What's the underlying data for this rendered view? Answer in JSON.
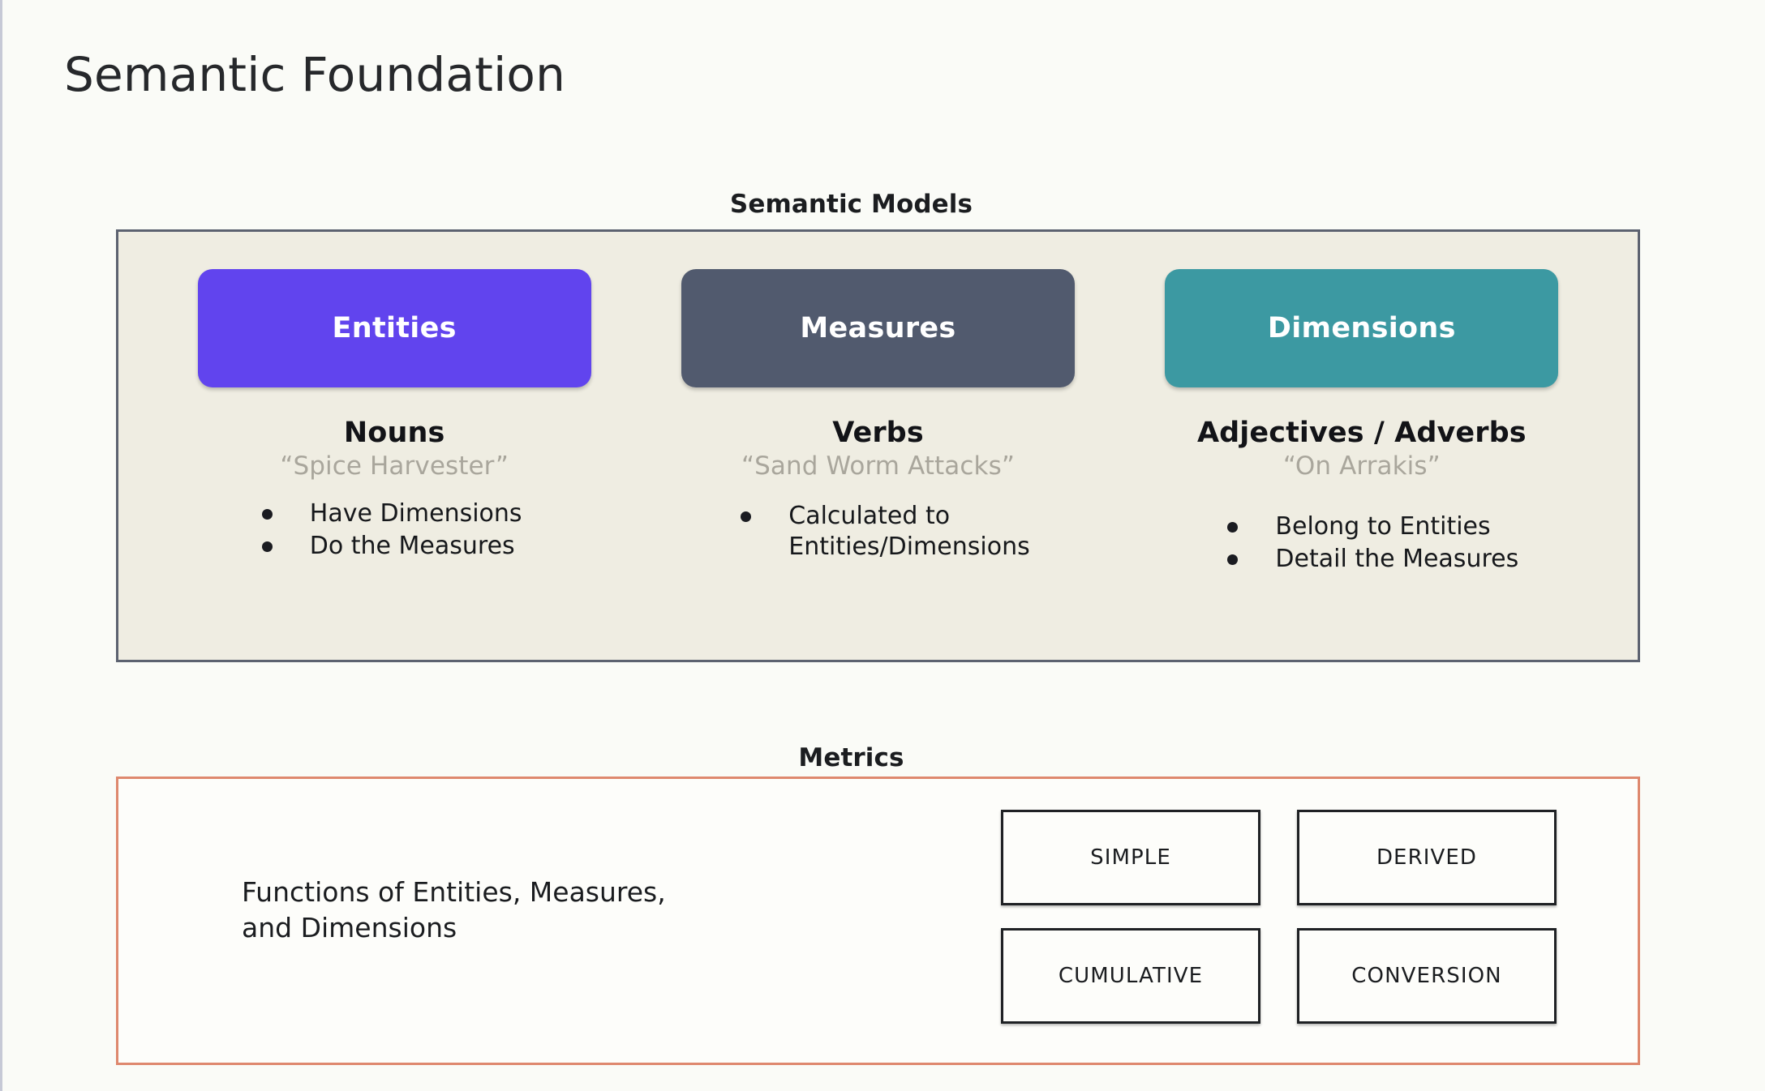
{
  "slide": {
    "title": "Semantic Foundation"
  },
  "semantic_models": {
    "caption": "Semantic Models",
    "panel_bg": "#EFEDE2",
    "panel_border": "#5C6270",
    "columns": [
      {
        "card_label": "Entities",
        "card_color": "#6144EE",
        "part_of_speech": "Nouns",
        "example": "“Spice Harvester”",
        "bullets": [
          "Have Dimensions",
          "Do the Measures"
        ]
      },
      {
        "card_label": "Measures",
        "card_color": "#515A6E",
        "part_of_speech": "Verbs",
        "example": "“Sand Worm Attacks”",
        "bullets": [
          "Calculated to\nEntities/Dimensions"
        ]
      },
      {
        "card_label": "Dimensions",
        "card_color": "#3C99A2",
        "part_of_speech": "Adjectives / Adverbs",
        "example": "“On Arrakis”",
        "bullets": [
          "Belong to Entities",
          "Detail the Measures"
        ]
      }
    ]
  },
  "metrics": {
    "caption": "Metrics",
    "panel_border": "#DE886E",
    "description": "Functions of Entities, Measures,\nand Dimensions",
    "types": [
      "SIMPLE",
      "DERIVED",
      "CUMULATIVE",
      "CONVERSION"
    ]
  }
}
